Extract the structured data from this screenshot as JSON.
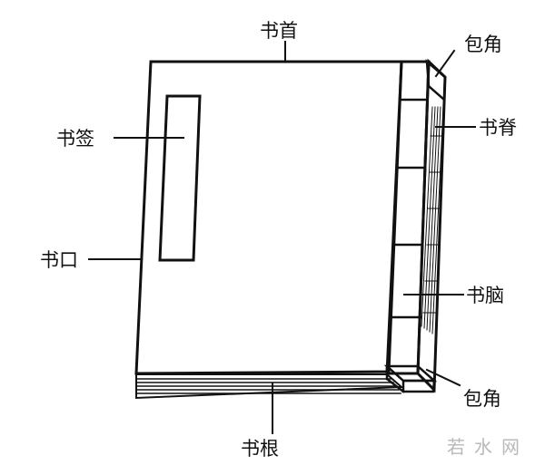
{
  "labels": {
    "top": "书首",
    "bookmark": "书签",
    "opening": "书口",
    "corner_top": "包角",
    "spine": "书脊",
    "brain": "书脑",
    "corner_bottom": "包角",
    "root": "书根"
  },
  "watermark": "若水网",
  "colors": {
    "ink": "#111111",
    "background": "#ffffff",
    "watermark": "#b9b9b9"
  }
}
